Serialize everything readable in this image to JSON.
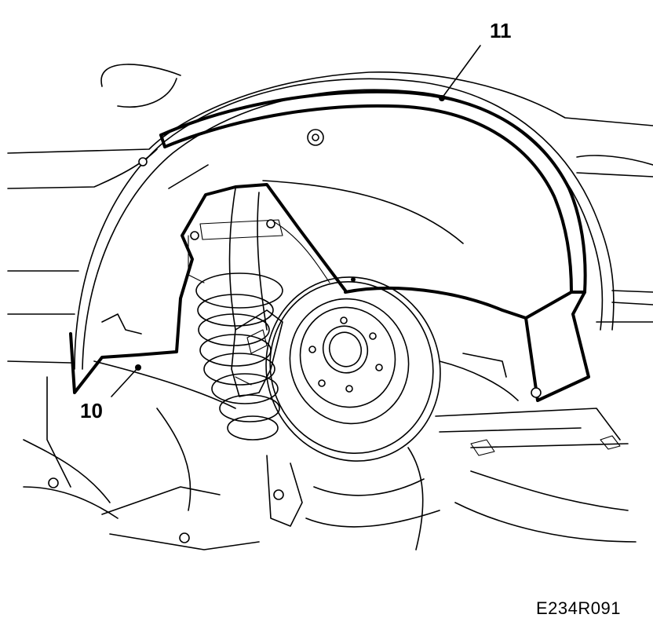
{
  "diagram": {
    "callouts": [
      {
        "id": "11",
        "label": "11"
      },
      {
        "id": "10",
        "label": "10"
      }
    ],
    "figure_code": "E234R091"
  }
}
